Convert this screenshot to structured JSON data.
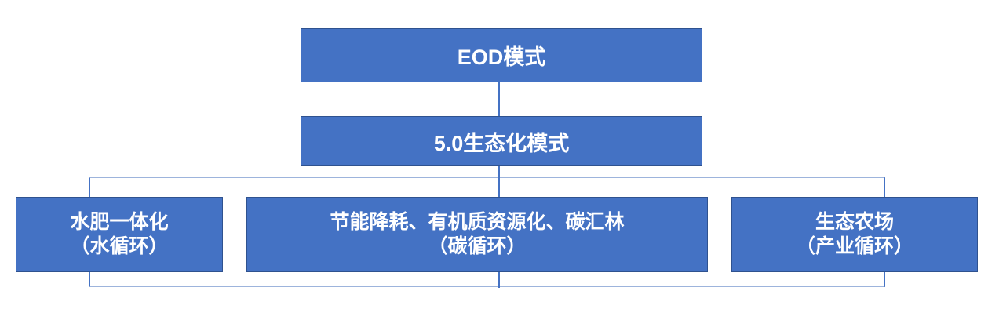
{
  "palette": {
    "box_fill": "#4472C4",
    "box_border": "#2F528F",
    "text_color": "#FFFFFF",
    "connector_color": "#4472C4",
    "loop_horizontal_color": "#9DB4DC"
  },
  "diagram": {
    "root": {
      "label": "EOD模式"
    },
    "level2": {
      "label": "5.0生态化模式"
    },
    "leaves": [
      {
        "id": "water",
        "line1": "水肥一体化",
        "line2": "（水循环）"
      },
      {
        "id": "carbon",
        "line1": "节能降耗、有机质资源化、碳汇林",
        "line2": "（碳循环）"
      },
      {
        "id": "farm",
        "line1": "生态农场",
        "line2": "（产业循环）"
      }
    ]
  }
}
